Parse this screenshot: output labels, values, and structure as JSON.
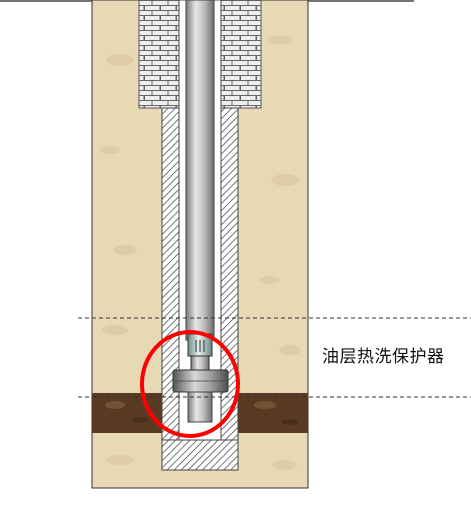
{
  "callout": {
    "label": "油层热洗保护器"
  },
  "colors": {
    "soil": "#e8d9b5",
    "soil_spot": "#d7c39a",
    "oil_layer": "#5a3a22",
    "brick": "#eeeeee",
    "brick_line": "#666666",
    "casing_hatch": "#555555",
    "tubing": "#a9a9a9",
    "highlight_circle": "#ff0000",
    "dash_line": "#333333"
  },
  "icons": {
    "highlight": "red-circle-marker",
    "masonry": "brick-pattern"
  }
}
